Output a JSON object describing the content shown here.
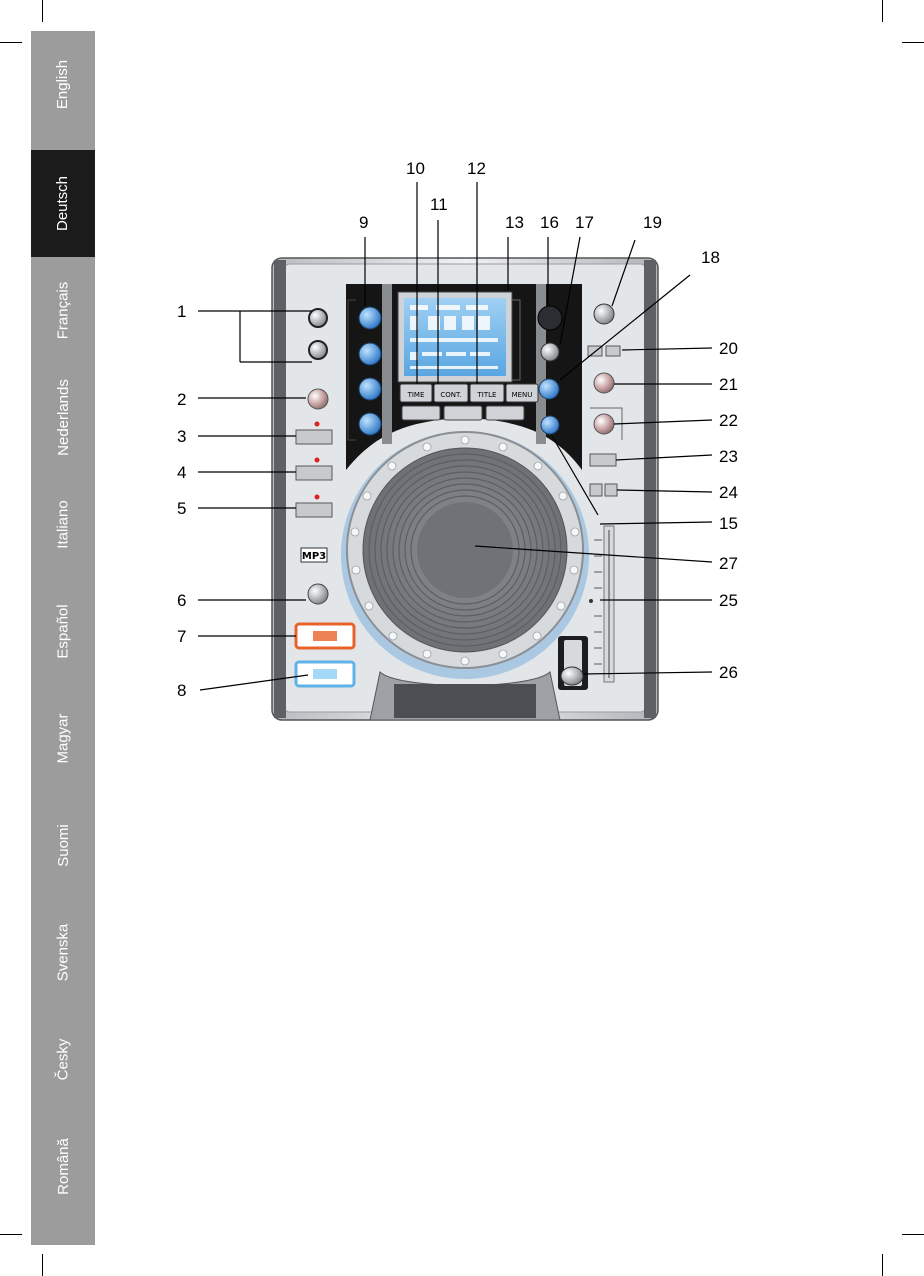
{
  "sidebar": {
    "languages": [
      {
        "label": "English",
        "active": false
      },
      {
        "label": "Deutsch",
        "active": true
      },
      {
        "label": "Français",
        "active": false
      },
      {
        "label": "Nederlands",
        "active": false
      },
      {
        "label": "Italiano",
        "active": false
      },
      {
        "label": "Español",
        "active": false
      },
      {
        "label": "Magyar",
        "active": false
      },
      {
        "label": "Suomi",
        "active": false
      },
      {
        "label": "Svenska",
        "active": false
      },
      {
        "label": "Česky",
        "active": false
      },
      {
        "label": "Română",
        "active": false
      }
    ],
    "active_color": "#1b1b1b",
    "tab_color": "#9c9c9c"
  },
  "callouts": {
    "n1": "1",
    "n2": "2",
    "n3": "3",
    "n4": "4",
    "n5": "5",
    "n6": "6",
    "n7": "7",
    "n8": "8",
    "n9": "9",
    "n10": "10",
    "n11": "11",
    "n12": "12",
    "n13": "13",
    "n15": "15",
    "n16": "16",
    "n17": "17",
    "n18": "18",
    "n19": "19",
    "n20": "20",
    "n21": "21",
    "n22": "22",
    "n23": "23",
    "n24": "24",
    "n25": "25",
    "n26": "26",
    "n27": "27"
  },
  "device": {
    "display_buttons": [
      "TIME",
      "CONT.",
      "TITLE",
      "MENU"
    ],
    "mp3_logo": "MP3",
    "accent_blue": "#3f8fd8",
    "cue_color": "#e8632a",
    "play_color": "#5fb3e6"
  }
}
